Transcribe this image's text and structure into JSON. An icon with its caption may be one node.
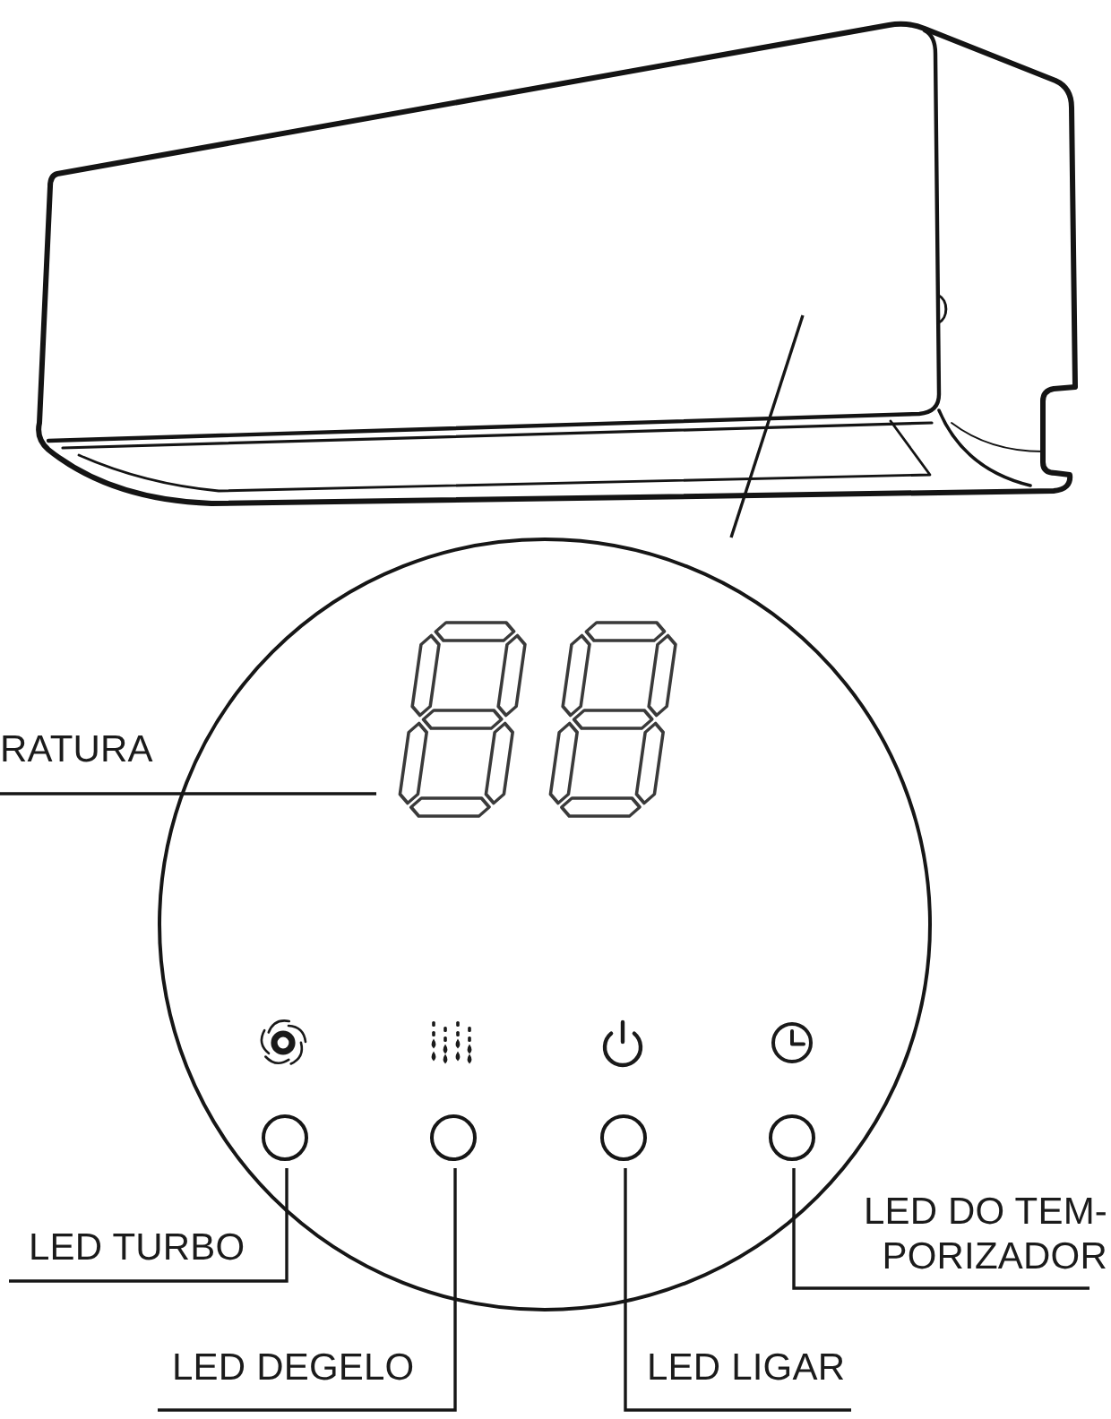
{
  "diagram": {
    "nodes": [
      {
        "text": [],
        "shape": "picture"
      },
      {
        "text": [],
        "shape": "circle"
      },
      {
        "text": [],
        "shape": "picture",
        "in": 1
      },
      {
        "text": [],
        "shape": "circle",
        "in": 1
      },
      {
        "text": [],
        "shape": "circle",
        "in": 1
      },
      {
        "text": [],
        "shape": "circle",
        "in": 1
      },
      {
        "text": [],
        "shape": "circle",
        "in": 1
      },
      {
        "text": [
          "RATURA"
        ]
      },
      {
        "text": [
          "LED TURBO"
        ]
      },
      {
        "text": [
          "LED DO TEM- PORIZADOR"
        ]
      },
      {
        "text": [
          "LED DEGELO"
        ]
      },
      {
        "text": [
          "LED LIGAR"
        ]
      }
    ],
    "edges": [
      {
        "from": 0,
        "to": 1,
        "arrow": "none"
      },
      {
        "from": 7,
        "to": 2,
        "arrow": "none"
      },
      {
        "from": 8,
        "to": 3,
        "arrow": "none"
      },
      {
        "from": 9,
        "to": 6,
        "arrow": "none"
      },
      {
        "from": 10,
        "to": 4,
        "arrow": "none"
      },
      {
        "from": 11,
        "to": 5,
        "arrow": "none"
      }
    ]
  }
}
